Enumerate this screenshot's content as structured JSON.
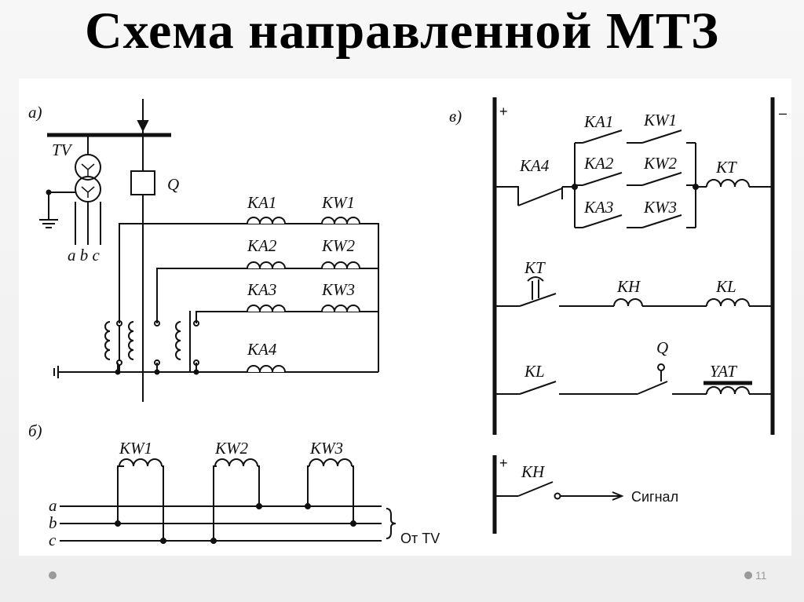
{
  "title": "Схема направленной МТЗ",
  "page_number": "11",
  "labels": {
    "a_panel": "а)",
    "b_panel": "б)",
    "v_panel": "в)",
    "tv": "TV",
    "q": "Q",
    "abc": "a b c",
    "phase_a": "a",
    "phase_b": "b",
    "phase_c": "c",
    "ot_tv": "От TV",
    "ka1": "KA1",
    "ka2": "KA2",
    "ka3": "KA3",
    "ka4": "KA4",
    "kw1": "KW1",
    "kw2": "KW2",
    "kw3": "KW3",
    "kt": "KT",
    "kh": "KH",
    "kl": "KL",
    "yat": "YAT",
    "plus": "+",
    "minus": "–",
    "signal": "Сигнал"
  }
}
